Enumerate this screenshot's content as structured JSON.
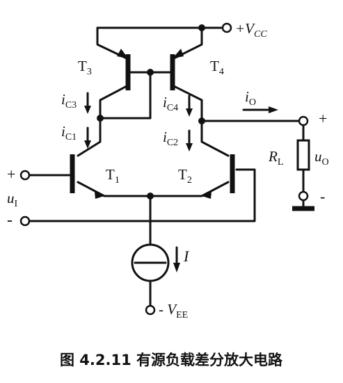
{
  "labels": {
    "vcc": "+V",
    "vcc_sub": "CC",
    "vee": "- V",
    "vee_sub": "EE",
    "t1": "T",
    "t1_sub": "1",
    "t2": "T",
    "t2_sub": "2",
    "t3": "T",
    "t3_sub": "3",
    "t4": "T",
    "t4_sub": "4",
    "ic1": "i",
    "ic1_sub": "C1",
    "ic2": "i",
    "ic2_sub": "C2",
    "ic3": "i",
    "ic3_sub": "C3",
    "ic4": "i",
    "ic4_sub": "C4",
    "io": "i",
    "io_sub": "O",
    "rl": "R",
    "rl_sub": "L",
    "uo": "u",
    "uo_sub": "O",
    "ui": "u",
    "ui_sub": "I",
    "in_plus": "+",
    "in_minus": "-",
    "out_plus": "+",
    "out_minus": "-",
    "current_source": "I"
  },
  "caption": {
    "number": "图 4.2.11",
    "title": "有源负载差分放大电路"
  }
}
